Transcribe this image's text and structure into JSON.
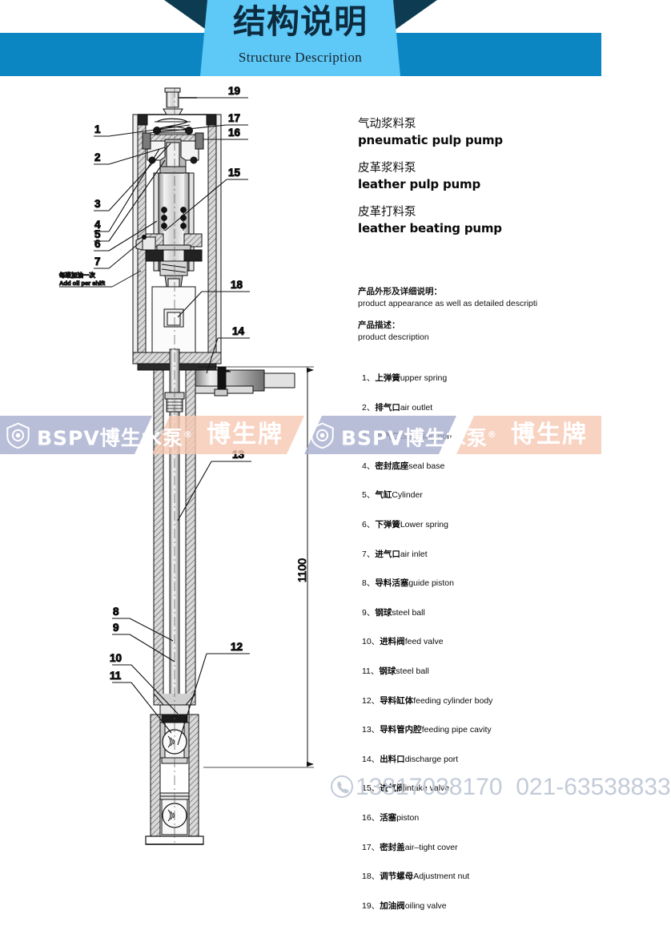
{
  "header": {
    "title_cn": "结构说明",
    "title_en": "Structure Description",
    "colors": {
      "bar": "#0c86c3",
      "triangle": "#0d3c52",
      "trapezoid": "#5ec8f7",
      "title_text": "#0d2b3e"
    }
  },
  "products": [
    {
      "cn": "气动浆料泵",
      "en": "pneumatic pulp pump"
    },
    {
      "cn": "皮革浆料泵",
      "en": "leather pulp pump"
    },
    {
      "cn": "皮革打料泵",
      "en": "leather beating pump"
    }
  ],
  "description": {
    "appearance_cn": "产品外形及详细说明：",
    "appearance_en": "product appearance as well as detailed descripti",
    "desc_cn": "产品描述：",
    "desc_en": "product description"
  },
  "parts": [
    {
      "no": "1、",
      "cn": "上弹簧",
      "en": "upper spring"
    },
    {
      "no": "2、",
      "cn": "排气口",
      "en": "air outlet"
    },
    {
      "no": "3、",
      "cn": "换气口",
      "en": "breathing port"
    },
    {
      "no": "4、",
      "cn": "密封底座",
      "en": "seal base"
    },
    {
      "no": "5、",
      "cn": "气缸",
      "en": "Cylinder"
    },
    {
      "no": "6、",
      "cn": "下弹簧",
      "en": "Lower spring"
    },
    {
      "no": "7、",
      "cn": "进气口",
      "en": "air inlet"
    },
    {
      "no": "8、",
      "cn": "导料活塞",
      "en": "guide piston"
    },
    {
      "no": "9、",
      "cn": "钢球",
      "en": "steel ball"
    },
    {
      "no": "10、",
      "cn": "进料阀",
      "en": "feed valve"
    },
    {
      "no": "11、",
      "cn": "钢球",
      "en": "steel ball"
    },
    {
      "no": "12、",
      "cn": "导料缸体",
      "en": "feeding cylinder body"
    },
    {
      "no": "13、",
      "cn": "导料管内腔",
      "en": "feeding pipe cavity"
    },
    {
      "no": "14、",
      "cn": "出料口",
      "en": "discharge port"
    },
    {
      "no": "15、",
      "cn": "进气阀",
      "en": "intake valve"
    },
    {
      "no": "16、",
      "cn": "活塞",
      "en": "piston"
    },
    {
      "no": "17、",
      "cn": "密封盖",
      "en": "air–tight cover"
    },
    {
      "no": "18、",
      "cn": "调节螺母",
      "en": "Adjustment nut"
    },
    {
      "no": "19、",
      "cn": "加油阀",
      "en": "oiling valve"
    }
  ],
  "drawing": {
    "callouts_left": [
      "1",
      "2",
      "3",
      "4",
      "5",
      "6",
      "7"
    ],
    "callouts_right": [
      "19",
      "17",
      "16",
      "15",
      "18",
      "14",
      "13",
      "12"
    ],
    "callouts_bottom_left": [
      "8",
      "9",
      "10",
      "11"
    ],
    "dimension": "1100",
    "oil_note_cn": "每班加油一次",
    "oil_note_en": "Add oil per shift"
  },
  "watermark": {
    "brand_latin": "BSPV博生水泵",
    "brand_reg": "®",
    "brand_cn": "博生牌",
    "band_blue": "#aab0cf",
    "band_pink": "#f6c9b4",
    "phone_mobile": "13817038170",
    "phone_land": "021-63538833",
    "phone_color": "#c3cbd8"
  }
}
